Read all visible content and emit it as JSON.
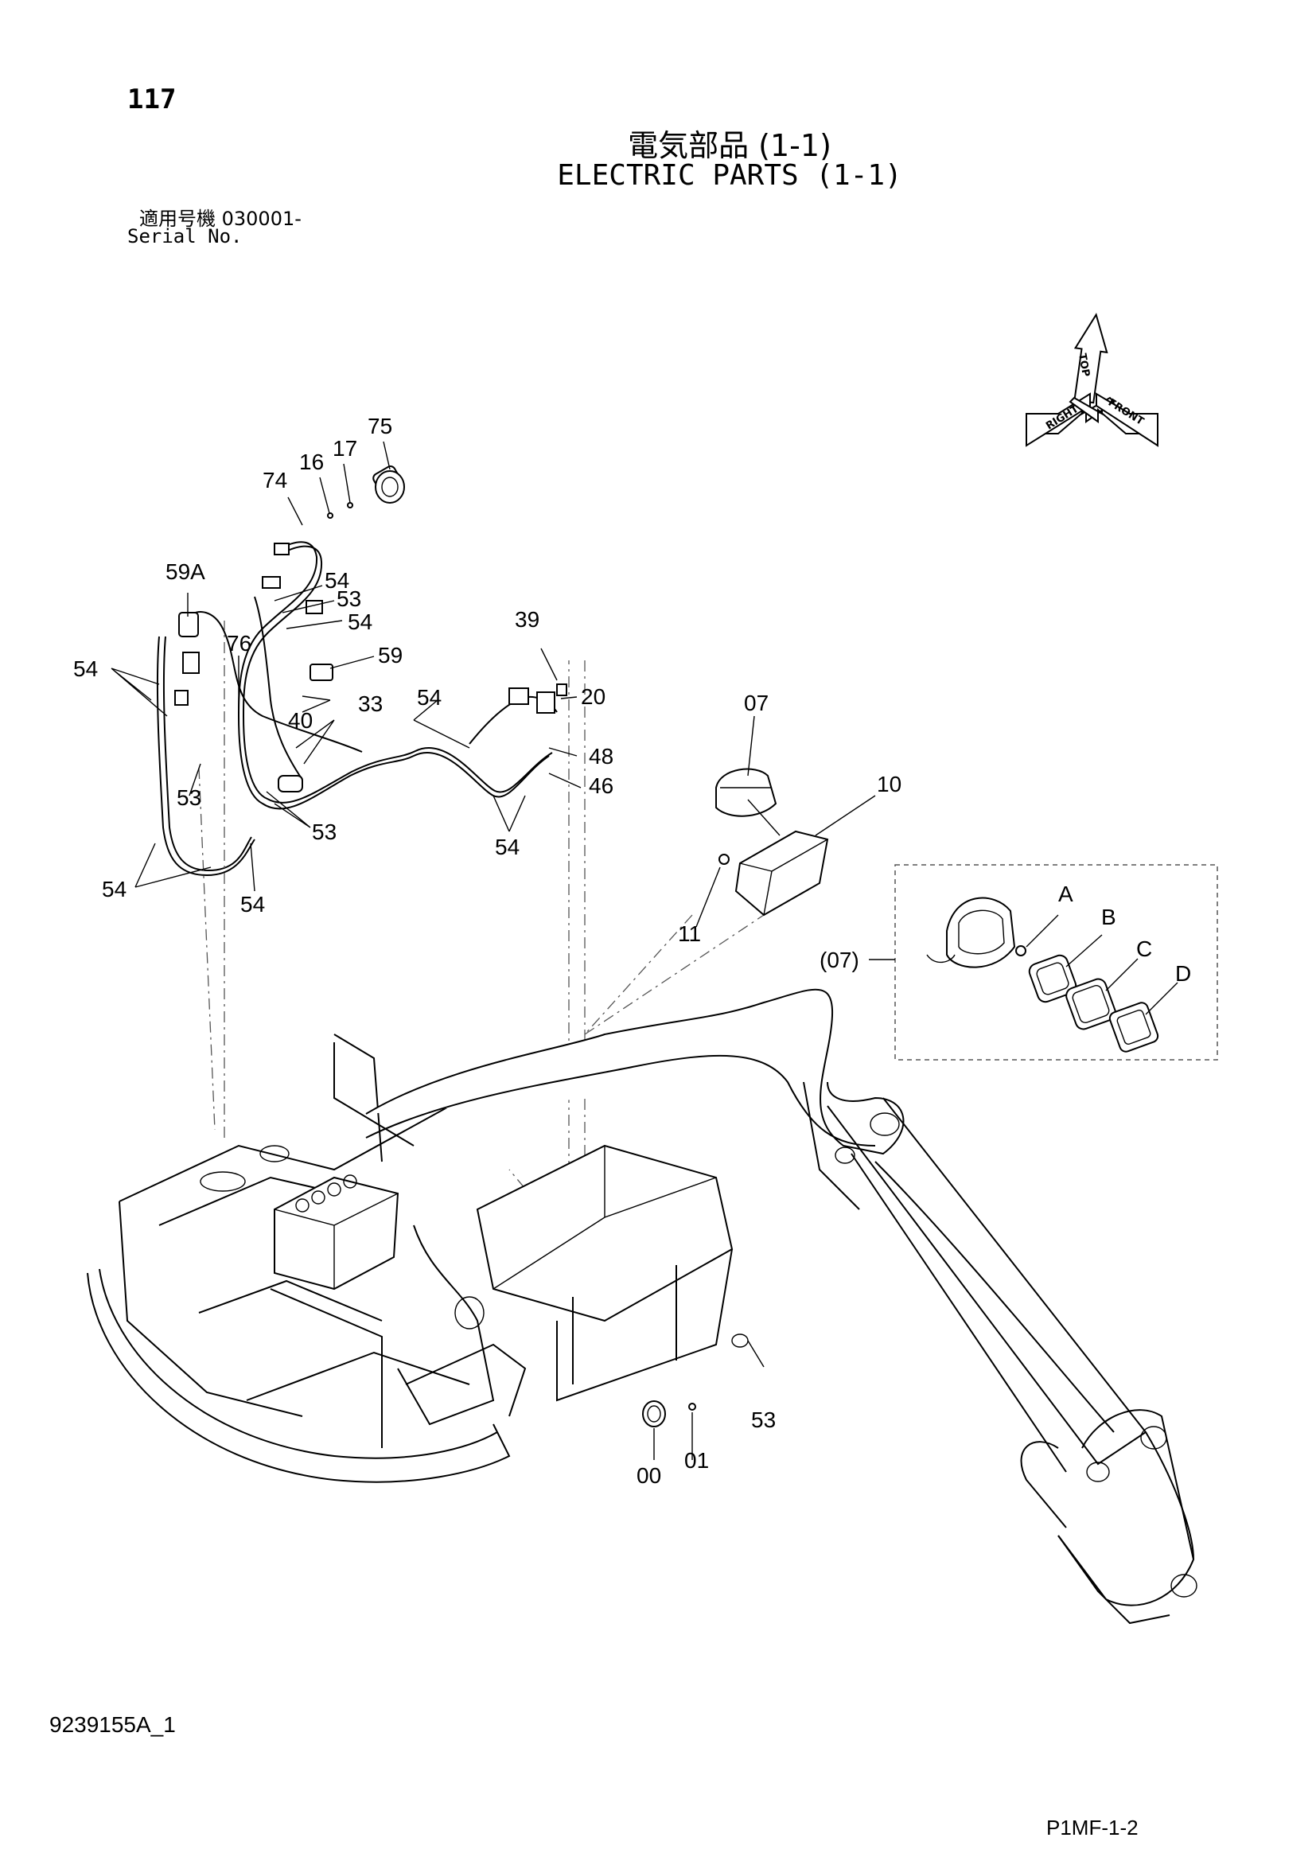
{
  "header": {
    "page_number": "117",
    "title_jp": "電気部品 (1-1)",
    "title_en": "ELECTRIC PARTS (1-1)",
    "serial_jp": "適用号機  030001-",
    "serial_en": "Serial No."
  },
  "orientation": {
    "top": "TOP",
    "right": "RIGHT",
    "front": "FRONT"
  },
  "callouts": {
    "c75": "75",
    "c17": "17",
    "c16": "16",
    "c74": "74",
    "c59A": "59A",
    "c54a": "54",
    "c53a": "53",
    "c54b": "54",
    "c76": "76",
    "c59": "59",
    "c54c": "54",
    "c33": "33",
    "c40": "40",
    "c53b": "53",
    "c53c": "53",
    "c54d": "54",
    "c54e": "54",
    "c39": "39",
    "c20": "20",
    "c54f": "54",
    "c48": "48",
    "c46": "46",
    "c54g": "54",
    "c07": "07",
    "c10": "10",
    "c11": "11",
    "c07ref": "(07)",
    "cA": "A",
    "cB": "B",
    "cC": "C",
    "cD": "D",
    "c53d": "53",
    "c00": "00",
    "c01": "01"
  },
  "footer": {
    "doc_code": "9239155A_1",
    "page_code": "P1MF-1-2"
  }
}
